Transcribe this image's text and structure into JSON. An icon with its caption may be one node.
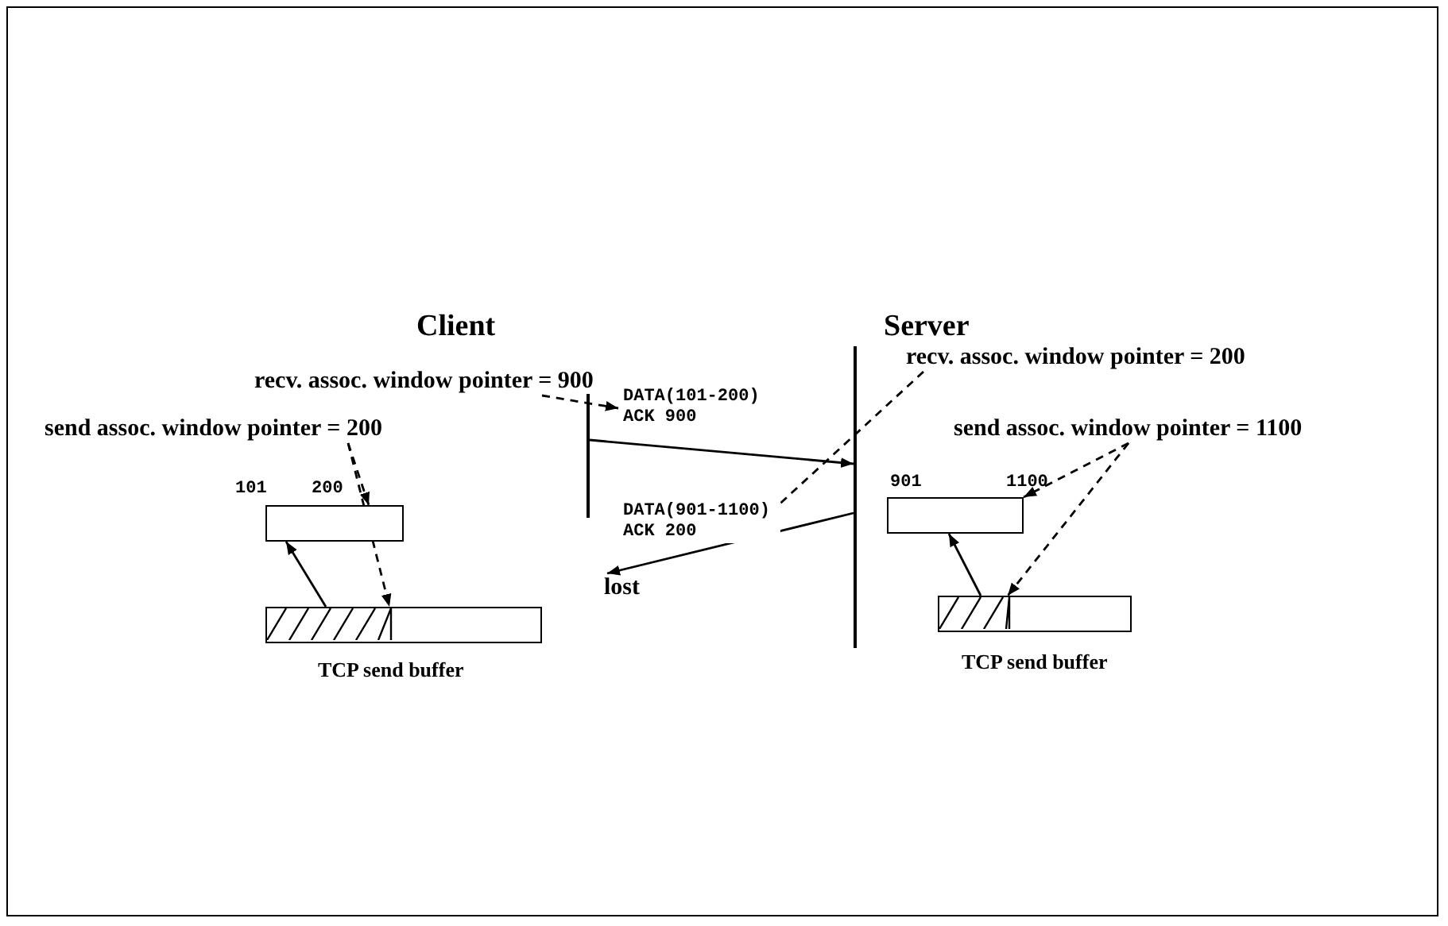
{
  "diagram": {
    "nodes": [
      {
        "text": [
          "recv. assoc. window pointer = 900"
        ]
      },
      {
        "text": [
          "send assoc. window pointer = 200"
        ]
      },
      {
        "text": [],
        "shape": "box",
        "beside": [
          "101",
          "200"
        ]
      },
      {
        "text": [],
        "shape": "box",
        "beside": [
          "TCP send buffer"
        ]
      },
      {
        "text": [],
        "shape": "bar"
      },
      {
        "text": [],
        "shape": "bar"
      },
      {
        "text": [
          "recv. assoc. window pointer = 200"
        ]
      },
      {
        "text": [
          "send assoc. window pointer = 1100"
        ]
      },
      {
        "text": [],
        "shape": "box",
        "beside": [
          "901",
          "1100"
        ]
      },
      {
        "text": [],
        "shape": "box",
        "beside": [
          "TCP send buffer"
        ]
      },
      {
        "text": [
          "lost"
        ]
      }
    ],
    "edges": [
      {
        "from": 4,
        "to": 5,
        "arrow": "to",
        "label": "DATA(101-200) ACK 900"
      },
      {
        "from": 5,
        "to": 10,
        "arrow": "to",
        "label": "DATA(901-1100) ACK 200"
      },
      {
        "from": 0,
        "to": null,
        "arrow": "to",
        "style": "dashed"
      },
      {
        "from": 6,
        "to": null,
        "arrow": "to",
        "style": "dashed"
      },
      {
        "from": 1,
        "to": 2,
        "arrow": "to",
        "style": "dashed"
      },
      {
        "from": 1,
        "to": 3,
        "arrow": "to",
        "style": "dashed"
      },
      {
        "from": 3,
        "to": 2,
        "arrow": "to"
      },
      {
        "from": 7,
        "to": 8,
        "arrow": "to",
        "style": "dashed"
      },
      {
        "from": 7,
        "to": 9,
        "arrow": "to",
        "style": "dashed"
      },
      {
        "from": 9,
        "to": 8,
        "arrow": "to"
      }
    ],
    "labels": [
      "Client",
      "Server"
    ]
  }
}
